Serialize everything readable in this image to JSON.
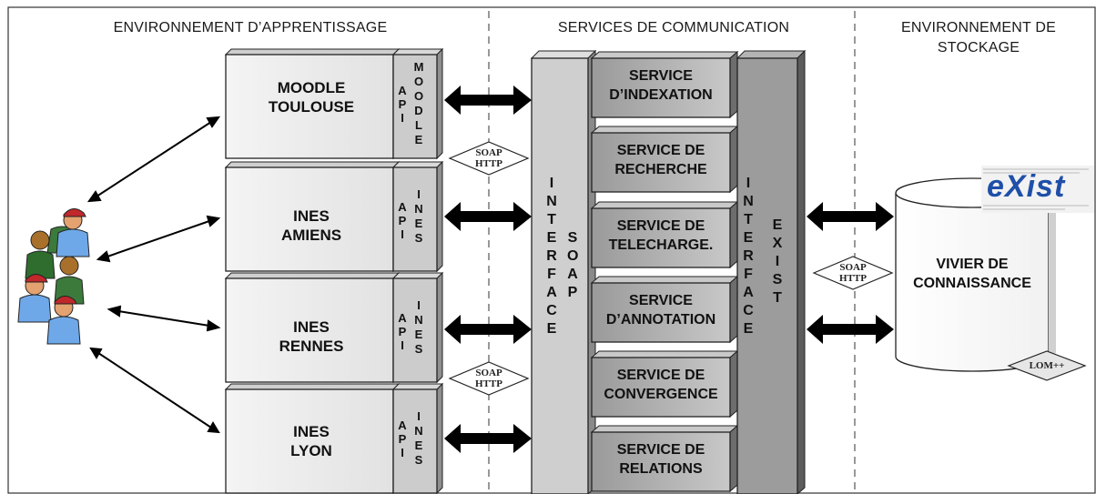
{
  "sections": [
    {
      "title": "ENVIRONNEMENT D’APPRENTISSAGE"
    },
    {
      "title": "SERVICES DE COMMUNICATION"
    },
    {
      "title": "ENVIRONNEMENT DE\nSTOCKAGE"
    }
  ],
  "platforms": [
    {
      "label": "MOODLE\nTOULOUSE",
      "api": "API",
      "api_name": "MOODLE"
    },
    {
      "label": "INES\nAMIENS",
      "api": "API",
      "api_name": "INES"
    },
    {
      "label": "INES\nRENNES",
      "api": "API",
      "api_name": "INES"
    },
    {
      "label": "INES\nLYON",
      "api": "API",
      "api_name": "INES"
    }
  ],
  "protocol_tags": [
    "SOAP\nHTTP",
    "SOAP\nHTTP",
    "SOAP\nHTTP"
  ],
  "soap_interface": {
    "word1": "INTERFACE",
    "word2": "SOAP"
  },
  "services": [
    "SERVICE\nD’INDEXATION",
    "SERVICE DE\nRECHERCHE",
    "SERVICE DE\nTELECHARGE.",
    "SERVICE\nD’ANNOTATION",
    "SERVICE DE\nCONVERGENCE",
    "SERVICE DE\nRELATIONS"
  ],
  "exist_interface": {
    "word1": "INTERFACE",
    "word2": "EXIST"
  },
  "database": {
    "label": "VIVIER DE\nCONNAISSANCE",
    "tag": "LOM++",
    "logo": "eXist"
  },
  "icons": [
    "users-group-icon"
  ]
}
